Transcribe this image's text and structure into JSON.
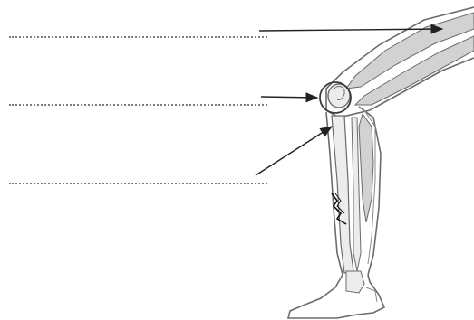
{
  "worksheet": {
    "label_blanks": [
      {
        "id": "blank-1",
        "points_to": "thigh-muscles"
      },
      {
        "id": "blank-2",
        "points_to": "knee-joint"
      },
      {
        "id": "blank-3",
        "points_to": "shin-bone"
      }
    ]
  },
  "colors": {
    "background": "#ffffff",
    "outline": "#6b6b6b",
    "muscle_fill": "#d2d2d2",
    "bone_fill": "#ececec",
    "arrow": "#222222",
    "fracture": "#111111"
  },
  "icons": {
    "arrows": "arrow-icon",
    "fracture": "fracture-icon"
  }
}
